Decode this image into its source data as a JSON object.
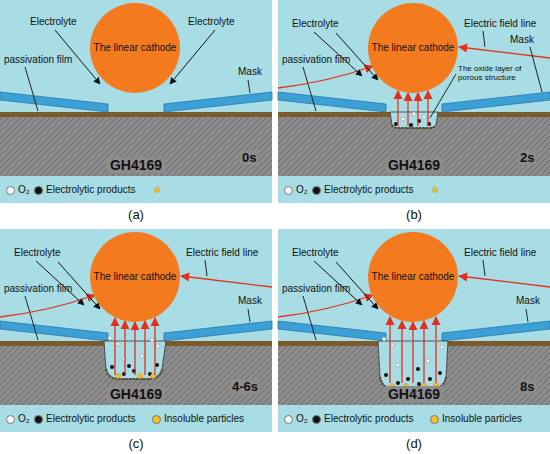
{
  "diagram": {
    "nodes": [
      {
        "text": [
          "The linear cathode"
        ]
      },
      {
        "text": [
          "GH4169"
        ]
      },
      {
        "text": [
          "The linear cathode"
        ]
      },
      {
        "text": [
          "GH4169"
        ]
      },
      {
        "text": [
          "The linear cathode"
        ]
      },
      {
        "text": [
          "GH4169"
        ]
      },
      {
        "text": [
          "The linear cathode"
        ]
      },
      {
        "text": [
          "GH4169"
        ]
      }
    ],
    "labels": [
      "Electrolyte",
      "Electrolyte",
      "passivation film",
      "Mask",
      "0s",
      "(a)",
      "Electrolyte",
      "Electric field line",
      "Mask",
      "passivation film",
      "The oxide layer of porous structure",
      "2s",
      "(b)",
      "Electrolyte",
      "Electric field line",
      "Mask",
      "passivation film",
      "4-6s",
      "(c)",
      "Electrolyte",
      "Electric field line",
      "Mask",
      "passivation film",
      "8s",
      "(d)"
    ],
    "legend": [
      {
        "text": "O₂",
        "color": "#f4f6fb"
      },
      {
        "text": "Electrolytic products",
        "color": "#111111"
      },
      {
        "text": "O₂",
        "color": "#f4f6fb"
      },
      {
        "text": "Electrolytic products",
        "color": "#111111"
      },
      {
        "text": "O₂",
        "color": "#f4f6fb"
      },
      {
        "text": "Electrolytic products",
        "color": "#111111"
      },
      {
        "text": "Insoluble particles",
        "color": "#f2c12e"
      },
      {
        "text": "O₂",
        "color": "#f4f6fb"
      },
      {
        "text": "Electrolytic products",
        "color": "#111111"
      },
      {
        "text": "Insoluble particles",
        "color": "#f2c12e"
      }
    ]
  }
}
